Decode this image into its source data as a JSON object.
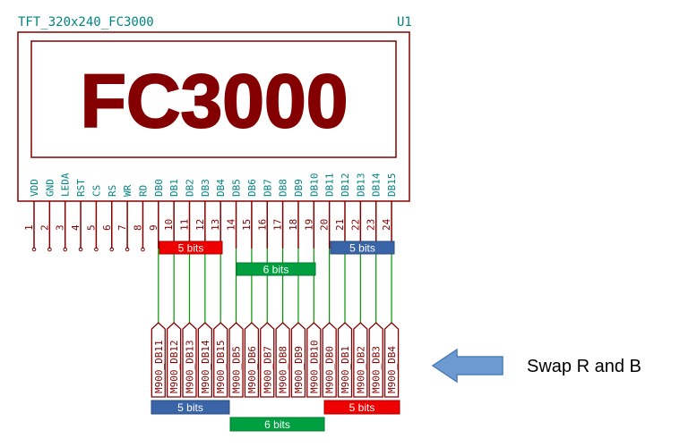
{
  "component": {
    "value": "TFT_320x240_FC3000",
    "reference": "U1",
    "display_text": "FC3000",
    "pins": [
      {
        "number": "1",
        "name": "VDD"
      },
      {
        "number": "2",
        "name": "GND"
      },
      {
        "number": "3",
        "name": "LEDA"
      },
      {
        "number": "4",
        "name": "RST"
      },
      {
        "number": "5",
        "name": "CS"
      },
      {
        "number": "6",
        "name": "RS"
      },
      {
        "number": "7",
        "name": "WR"
      },
      {
        "number": "8",
        "name": "RD"
      },
      {
        "number": "9",
        "name": "DB0"
      },
      {
        "number": "10",
        "name": "DB1"
      },
      {
        "number": "11",
        "name": "DB2"
      },
      {
        "number": "12",
        "name": "DB3"
      },
      {
        "number": "13",
        "name": "DB4"
      },
      {
        "number": "14",
        "name": "DB5"
      },
      {
        "number": "15",
        "name": "DB6"
      },
      {
        "number": "16",
        "name": "DB7"
      },
      {
        "number": "17",
        "name": "DB8"
      },
      {
        "number": "18",
        "name": "DB9"
      },
      {
        "number": "19",
        "name": "DB10"
      },
      {
        "number": "20",
        "name": "DB11"
      },
      {
        "number": "21",
        "name": "DB12"
      },
      {
        "number": "22",
        "name": "DB13"
      },
      {
        "number": "23",
        "name": "DB14"
      },
      {
        "number": "24",
        "name": "DB15"
      }
    ]
  },
  "labels": [
    "M900_DB11",
    "M900_DB12",
    "M900_DB13",
    "M900_DB14",
    "M900_DB15",
    "M900_DB5",
    "M900_DB6",
    "M900_DB7",
    "M900_DB8",
    "M900_DB9",
    "M900_DB10",
    "M900_DB0",
    "M900_DB1",
    "M900_DB2",
    "M900_DB3",
    "M900_DB4"
  ],
  "bit_groups": {
    "top_red": "5 bits",
    "top_green": "6 bits",
    "top_blue": "5 bits",
    "bottom_blue": "5 bits",
    "bottom_green": "6 bits",
    "bottom_red": "5 bits"
  },
  "annotation": "Swap R and B",
  "colors": {
    "symbol": "#840000",
    "pin_name": "#008484",
    "wire": "#009600",
    "red": "#ee0000",
    "green": "#00a040",
    "blue": "#3a64a8",
    "arrow": "#6d9bd1"
  }
}
